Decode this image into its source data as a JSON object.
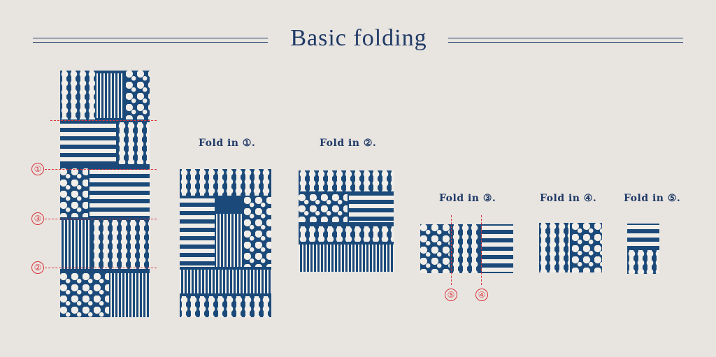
{
  "title": "Basic folding",
  "steps": [
    {
      "caption": "Fold in ①."
    },
    {
      "caption": "Fold in ②."
    },
    {
      "caption": "Fold in ③."
    },
    {
      "caption": "Fold in ④."
    },
    {
      "caption": "Fold in ⑤."
    }
  ],
  "fold_marks": [
    "①",
    "②",
    "③",
    "④",
    "⑤"
  ],
  "colors": {
    "background": "#e8e4e0",
    "indigo": "#1b4a7a",
    "accent_red": "#d9343a",
    "title": "#1f3a66"
  }
}
